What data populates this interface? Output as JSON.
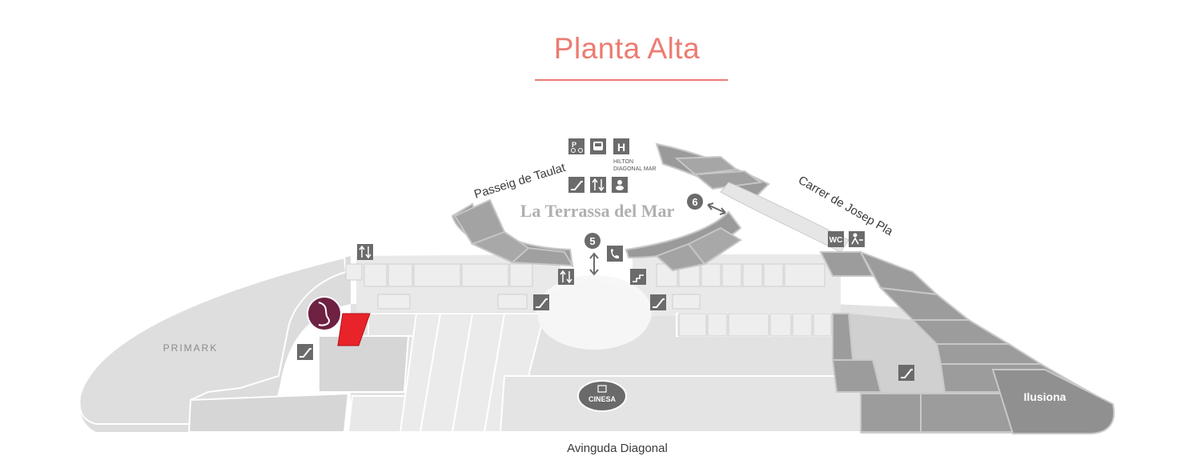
{
  "title": "Planta Alta",
  "map": {
    "streets": {
      "passeig": "Passeig de Taulat",
      "carrer": "Carrer de Josep Pla",
      "avinguda": "Avinguda Diagonal"
    },
    "terrace": "La Terrassa del Mar",
    "stores": {
      "primark": "PRIMARK",
      "ilusiona": "Ilusiona",
      "cinesa": "CINESA"
    },
    "hotel": {
      "letter": "H",
      "line1": "HILTON",
      "line2": "DIAGONAL MAR"
    },
    "access_points": [
      "5",
      "6"
    ],
    "icons": {
      "wc": "WC"
    },
    "colors": {
      "accent": "#ec7c72",
      "highlight": "#e8232a",
      "brand_circle": "#6e2142",
      "dark_block": "#9a9a9a",
      "light_block": "#ececec"
    }
  }
}
